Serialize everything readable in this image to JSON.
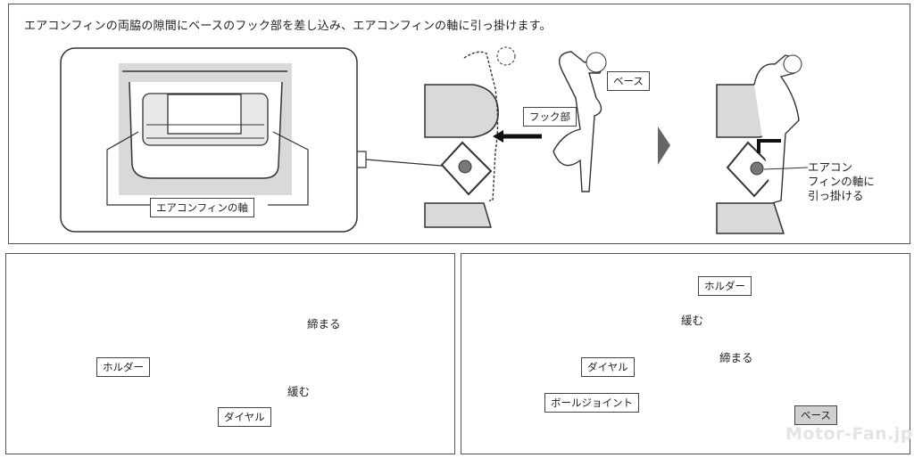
{
  "top_panel": {
    "instruction": "エアコンフィンの両脇の隙間にベースのフック部を差し込み、エアコンフィンの軸に引っ掛けます。",
    "inset_label": "エアコンフィンの軸",
    "label_base": "ベース",
    "label_hook": "フック部",
    "result_text": [
      "エアコン",
      "フィンの軸に",
      "引っ掛ける"
    ],
    "step_arrow_icon": "triangle-right"
  },
  "bottom_left_panel": {
    "label_holder": "ホルダー",
    "label_dial": "ダイヤル",
    "tighten": "締まる",
    "loosen": "緩む"
  },
  "bottom_right_panel": {
    "label_holder": "ホルダー",
    "label_dial": "ダイヤル",
    "label_ball_joint": "ボールジョイント",
    "label_base": "ベース",
    "loosen": "緩む",
    "tighten": "締まる"
  },
  "watermark": "Motor-Fan.jp",
  "colors": {
    "fill_gray": "#d9d9d9",
    "dark_gray": "#6b6b6b",
    "line": "#333333"
  }
}
